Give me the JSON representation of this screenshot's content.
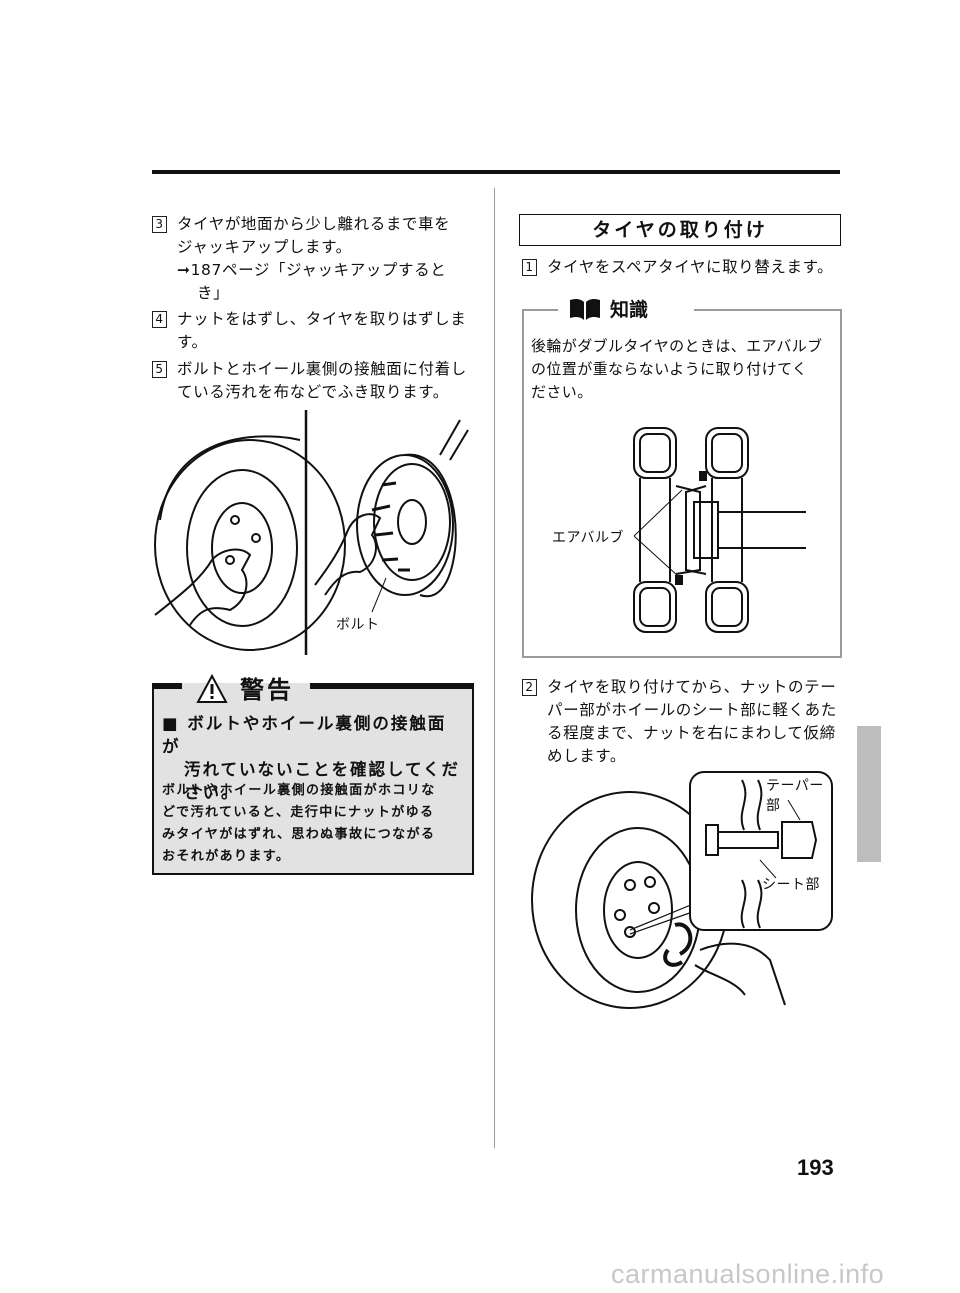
{
  "left": {
    "steps": [
      {
        "num": "3",
        "text": "タイヤが地面から少し離れるまで車を",
        "text2": "ジャッキアップします。",
        "ref": "➞187ページ「ジャッキアップすると",
        "ref2": "き」"
      },
      {
        "num": "4",
        "text": "ナットをはずし、タイヤを取りはずしま",
        "text2": "す。"
      },
      {
        "num": "5",
        "text": "ボルトとホイール裏側の接触面に付着し",
        "text2": "ている汚れを布などでふき取ります。"
      }
    ],
    "figure_label": "ボルト",
    "warning": {
      "title": "警告",
      "headline": "■ ボルトやホイール裏側の接触面が",
      "headline2": "汚れていないことを確認してくだ",
      "headline3": "さい。",
      "body": "ボルトやホイール裏側の接触面がホコリな",
      "body2": "どで汚れていると、走行中にナットがゆる",
      "body3": "みタイヤがはずれ、思わぬ事故につながる",
      "body4": "おそれがあります。"
    }
  },
  "right": {
    "heading": "タイヤの取り付け",
    "steps": [
      {
        "num": "1",
        "text": "タイヤをスペアタイヤに取り替えます。"
      },
      {
        "num": "2",
        "text": "タイヤを取り付けてから、ナットのテー",
        "text2": "パー部がホイールのシート部に軽くあた",
        "text3": "る程度まで、ナットを右にまわして仮締",
        "text4": "めします。"
      }
    ],
    "knowledge": {
      "title": "知識",
      "line1": "後輪がダブルタイヤのときは、エアバルブ",
      "line2": "の位置が重ならないように取り付けてく",
      "line3": "ださい。",
      "diagram_label": "エアバルブ"
    },
    "figure_labels": {
      "taper1": "テーパー",
      "taper2": "部",
      "seat": "シート部"
    }
  },
  "page_number": "193",
  "watermark": "carmanualsonline.info",
  "colors": {
    "warning_bg": "#e2e2e2",
    "knowledge_border": "#9a9a9a",
    "side_tab": "#bdbdbd"
  }
}
